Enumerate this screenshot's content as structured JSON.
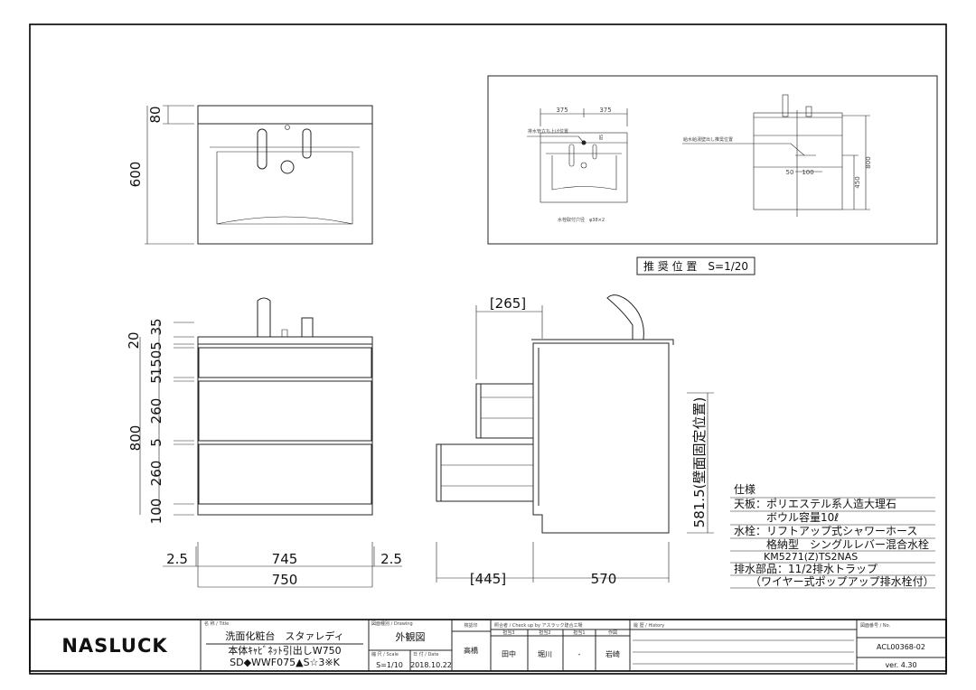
{
  "top_view": {
    "dims": {
      "top": "80",
      "depth": "600"
    }
  },
  "front_view": {
    "dims_left": [
      "35",
      "20",
      "5",
      "150",
      "5",
      "260",
      "5",
      "260",
      "100"
    ],
    "height_total": "800",
    "bottom": {
      "left_gap": "2.5",
      "inner": "745",
      "right_gap": "2.5",
      "overall": "750"
    }
  },
  "side_view": {
    "drawer_ext_top": "[265]",
    "drawer_ext_bottom": "[445]",
    "depth": "570",
    "wall_fix": "581.5(壁面固定位置)"
  },
  "inset": {
    "dim_left": "375",
    "dim_right": "375",
    "drain_label": "排水管立ち上げ位置",
    "drain_dim": "85",
    "hole_label": "水栓取付穴径　φ38×2",
    "supply_label": "給水給湯壁出し推奨位置",
    "dim_50": "50",
    "dim_100": "100",
    "dim_450": "450",
    "dim_800": "800",
    "caption": "推 奨 位 置　S=1/20"
  },
  "spec": {
    "title": "仕様",
    "lines": [
      "天板：ポリエステル系人造大理石",
      "　　　ボウル容量10ℓ",
      "水栓：リフトアップ式シャワーホース",
      "　　　格納型　シングルレバー混合水栓",
      "　　　KM5271(Z)TS2NAS",
      "排水部品：11/2排水トラップ",
      "　　（ワイヤー式ポップアップ排水栓付）"
    ]
  },
  "title_block": {
    "logo": "NASLUCK",
    "title_label": "名 称 / Title",
    "title_line1": "洗面化粧台　スタァレディ",
    "title_line2": "本体ｷｬﾋﾞﾈｯﾄ引出しW750",
    "title_line3": "SD◆WWF075▲S☆3※K",
    "drawing_label": "図面種別 / Drawing",
    "drawing": "外観図",
    "scale_label": "縮 尺 / Scale",
    "scale": "S=1/10",
    "date_label": "日 付 / Date",
    "date": "2018.10.22",
    "approval_label": "検認印",
    "approval": "高橋",
    "check_label": "照合者 / Check up by アスラック建合工場",
    "check_cols": [
      "担当3",
      "担当2",
      "担当1",
      "作図"
    ],
    "check_vals": [
      "田中",
      "堀川",
      "-",
      "岩崎"
    ],
    "history_label": "履 歴 / History",
    "no_label": "図面番号 / No.",
    "no": "ACL00368-02",
    "version": "ver. 4.30"
  }
}
